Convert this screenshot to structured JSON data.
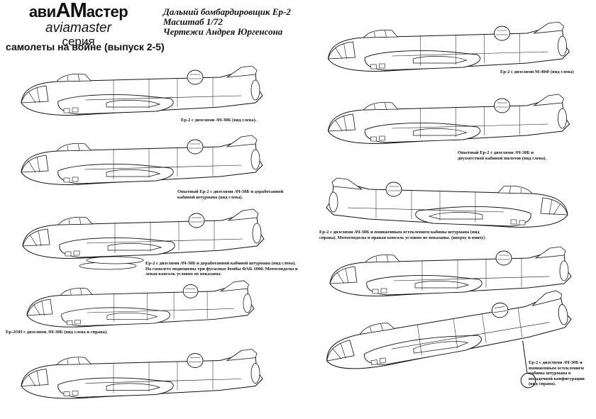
{
  "logo": {
    "prefix": "ави",
    "big": "АМ",
    "suffix": "астер",
    "latin": "aviamaster",
    "series": "серия"
  },
  "series_title": "самолеты на войне (выпуск 2-5)",
  "header": {
    "title": "Дальний бомбардировщик Ер-2",
    "scale": "Масштаб 1/72",
    "author": "Чертежи Андрея Юргенсона"
  },
  "captions": {
    "c1": "Ер-2 с дизелями АЧ-30Б (вид слева).",
    "c2": "Опытный Ер-2 с дизелями АЧ-30Б и доработанной кабиной штурмана (вид слева).",
    "c3": "Ер-2 с дизелями АЧ-30Б и доработанной кабиной штурмана (вид слева). На самолете подвешены три фугасные бомбы ФАБ-1000. Мотогондолы и левая консоль условно не показаны.",
    "c4": "Ер-2ОН с дизелями АЧ-30Б (вид слева и справа).",
    "c5": "Ер-2 с дизелями М-40Ф (вид слева)",
    "c6": "Опытный Ер-2 с дизелями АЧ-30Б и двухместной кабиной пилотов (вид слева).",
    "c7": "Ер-2 с дизелями АЧ-30Б и пониженным остеклением кабины штурмана (вид справа). Мотогондолы и правая консоль условно не показаны. (вверху и внизу)",
    "c8": "Ер-2 с дизелями АЧ-30Б и пониженным остеклением кабины штурмана в посадочной конфигурации (вид справа)."
  }
}
